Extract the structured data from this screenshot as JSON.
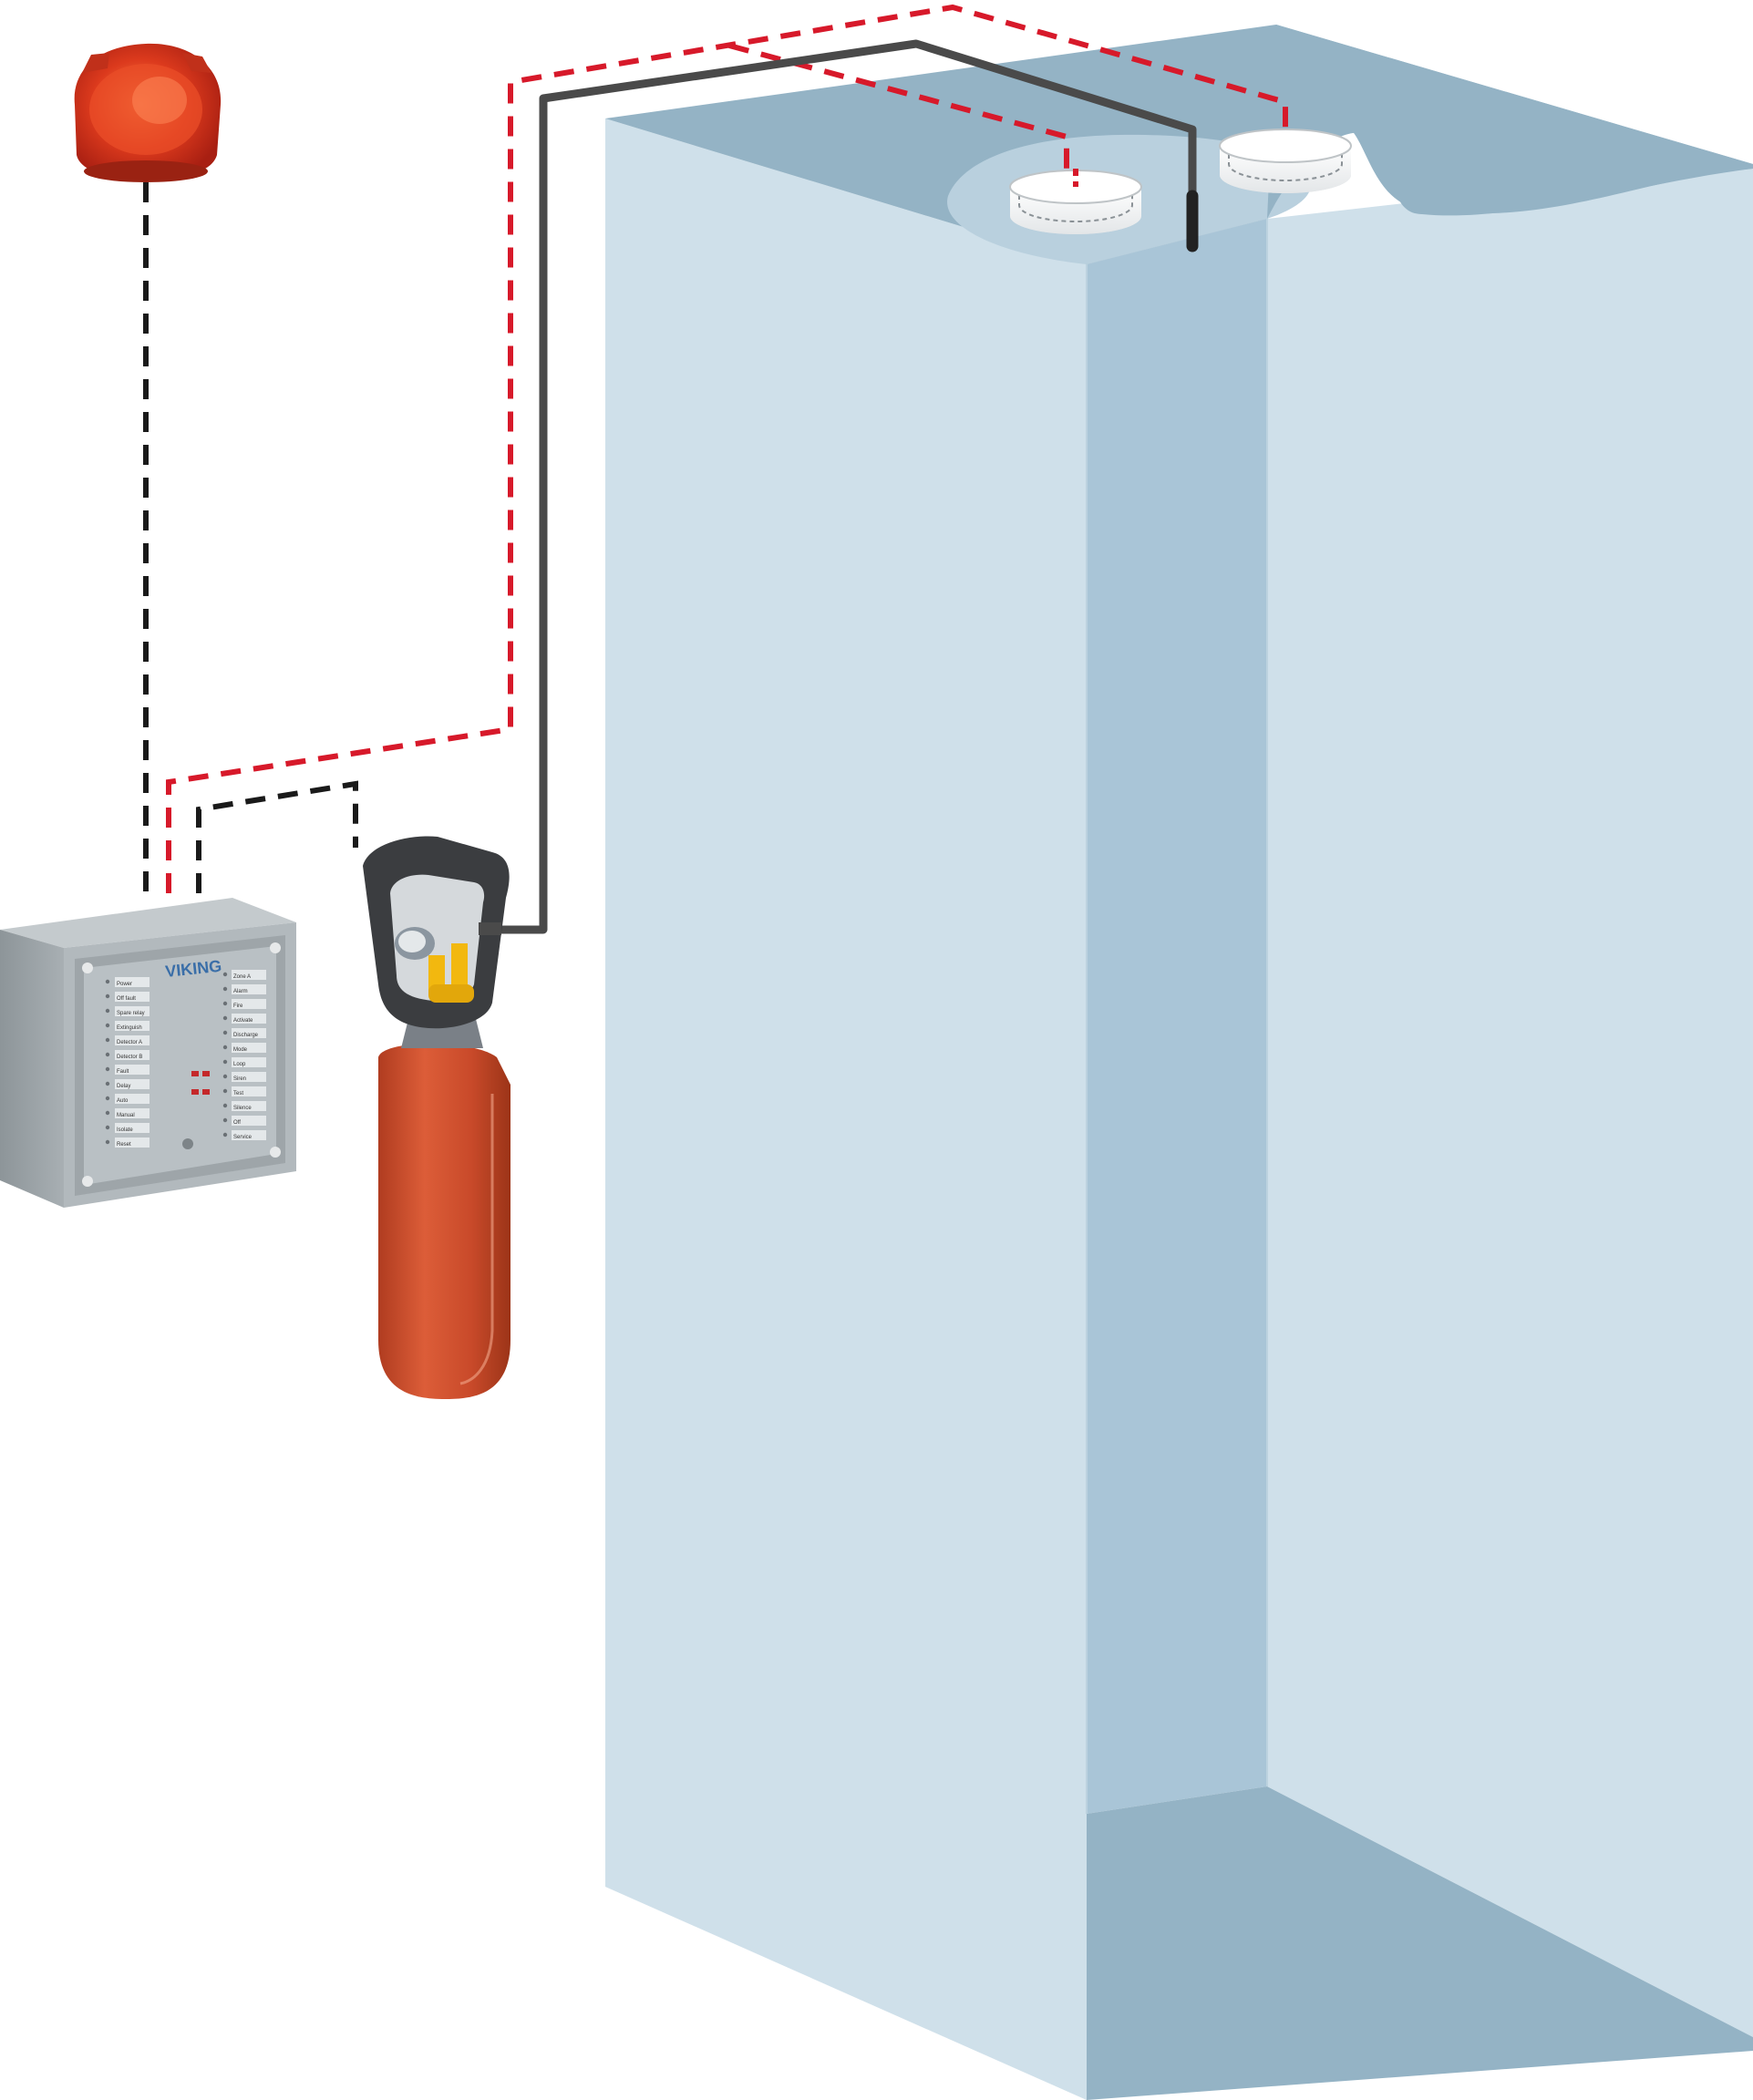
{
  "colors": {
    "background": "#ffffff",
    "cabinet_light": "#cfe0ea",
    "cabinet_mid": "#a9c5d7",
    "cabinet_dark": "#94b3c5",
    "wire_red_dashed": "#d7192a",
    "wire_black_dashed": "#1a1a1a",
    "pipe": "#4a4a4a",
    "cylinder_red": "#cf4f2e",
    "valve_yellow": "#f2b80f",
    "panel_gray": "#b2b9bd",
    "beacon_red": "#d9391f"
  },
  "icons": {
    "beacon": "warning-beacon-icon",
    "detector_left": "smoke-detector-icon",
    "detector_right": "smoke-detector-icon",
    "panel": "control-panel-icon",
    "cylinder": "gas-cylinder-icon"
  },
  "panel": {
    "brand": "VIKING",
    "left_labels": [
      "Power",
      "Off fault",
      "Spare relay",
      "Extinguish",
      "Detector A",
      "Detector B",
      "Fault",
      "Delay",
      "Auto",
      "Manual",
      "Isolate",
      "Reset"
    ],
    "right_labels": [
      "Zone A",
      "Alarm",
      "Fire",
      "Activate",
      "Discharge",
      "Mode",
      "Loop",
      "Siren",
      "Test",
      "Silence",
      "Off",
      "Service"
    ]
  }
}
